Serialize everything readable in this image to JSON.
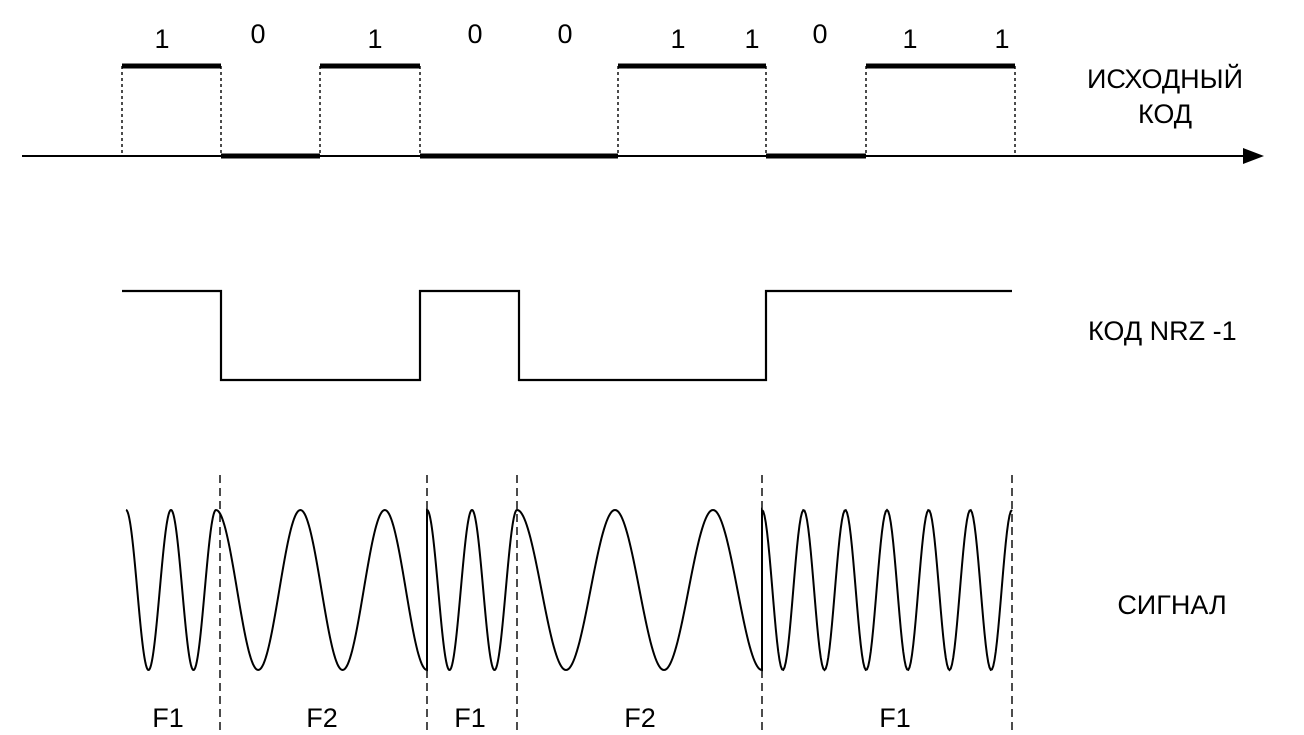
{
  "bits": [
    "1",
    "0",
    "1",
    "0",
    "0",
    "1",
    "1",
    "0",
    "1",
    "1"
  ],
  "labels": {
    "source_line1": "ИСХОДНЫЙ",
    "source_line2": "КОД",
    "nrz": "КОД  NRZ -1",
    "signal": "СИГНАЛ"
  },
  "nrz_levels": [
    1,
    0,
    0,
    1,
    0,
    0,
    0,
    1,
    1,
    1
  ],
  "signal_segments": [
    {
      "label": "F1",
      "cycles": 2
    },
    {
      "label": "F2",
      "cycles": 2.5
    },
    {
      "label": "F1",
      "cycles": 2
    },
    {
      "label": "F2",
      "cycles": 2.5
    },
    {
      "label": "F1",
      "cycles": 6
    }
  ]
}
